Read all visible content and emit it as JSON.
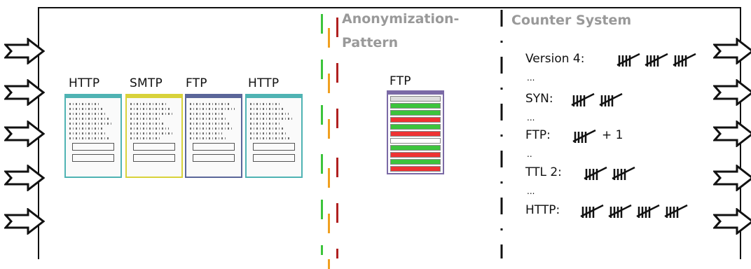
{
  "packets": [
    {
      "label": "HTTP",
      "color": "#4fb3b3"
    },
    {
      "label": "SMTP",
      "color": "#d8d23a"
    },
    {
      "label": "FTP",
      "color": "#5a6699"
    },
    {
      "label": "HTTP",
      "color": "#4fb3b3"
    }
  ],
  "anonymization": {
    "title_line1": "Anonymization-",
    "title_line2": "Pattern",
    "packet_label": "FTP",
    "marker_colors": {
      "green": "#3cc43c",
      "orange": "#f0a020",
      "red": "#b02020"
    }
  },
  "counter": {
    "title": "Counter System",
    "lines": [
      {
        "label": "Version 4:",
        "tallies": 3,
        "suffix": ""
      },
      {
        "label": "SYN:",
        "tallies": 2,
        "suffix": ""
      },
      {
        "label": "FTP:",
        "tallies": 1,
        "suffix": "+ 1"
      },
      {
        "label": "TTL 2:",
        "tallies": 2,
        "suffix": ""
      },
      {
        "label": "HTTP:",
        "tallies": 4,
        "suffix": ""
      }
    ],
    "ellipses": [
      "...",
      "...",
      "..",
      "...",
      "..."
    ]
  }
}
